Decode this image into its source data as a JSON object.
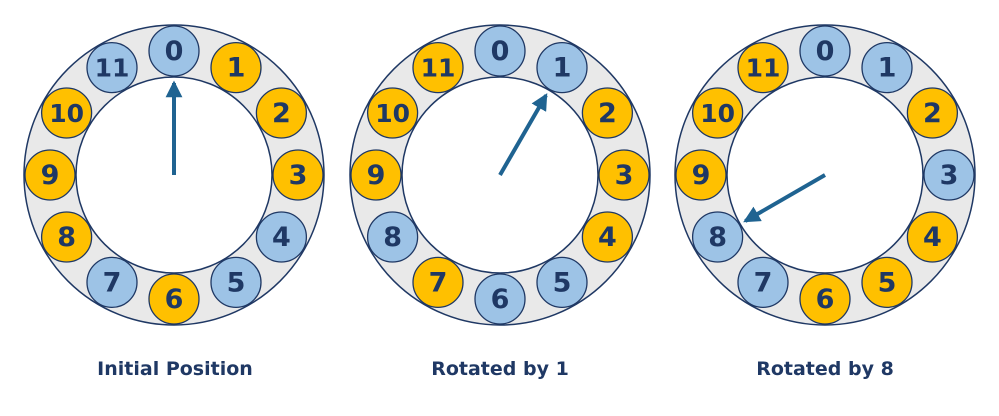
{
  "colors": {
    "ring_fill": "#e9e9e9",
    "ring_stroke": "#1f3864",
    "node_blue_fill": "#9dc3e6",
    "node_orange_fill": "#ffc000",
    "node_stroke": "#1f3864",
    "label_color": "#1f3864",
    "arrow_color": "#1f6391",
    "caption_color": "#1f3864"
  },
  "dials": [
    {
      "caption": "Initial Position",
      "pointer_value": 0,
      "nodes": [
        {
          "label": "0",
          "color": "blue"
        },
        {
          "label": "1",
          "color": "orange"
        },
        {
          "label": "2",
          "color": "orange"
        },
        {
          "label": "3",
          "color": "orange"
        },
        {
          "label": "4",
          "color": "blue"
        },
        {
          "label": "5",
          "color": "blue"
        },
        {
          "label": "6",
          "color": "orange"
        },
        {
          "label": "7",
          "color": "blue"
        },
        {
          "label": "8",
          "color": "orange"
        },
        {
          "label": "9",
          "color": "orange"
        },
        {
          "label": "10",
          "color": "orange"
        },
        {
          "label": "11",
          "color": "blue"
        }
      ]
    },
    {
      "caption": "Rotated by 1",
      "pointer_value": 1,
      "nodes": [
        {
          "label": "0",
          "color": "blue"
        },
        {
          "label": "1",
          "color": "blue"
        },
        {
          "label": "2",
          "color": "orange"
        },
        {
          "label": "3",
          "color": "orange"
        },
        {
          "label": "4",
          "color": "orange"
        },
        {
          "label": "5",
          "color": "blue"
        },
        {
          "label": "6",
          "color": "blue"
        },
        {
          "label": "7",
          "color": "orange"
        },
        {
          "label": "8",
          "color": "blue"
        },
        {
          "label": "9",
          "color": "orange"
        },
        {
          "label": "10",
          "color": "orange"
        },
        {
          "label": "11",
          "color": "orange"
        }
      ]
    },
    {
      "caption": "Rotated by 8",
      "pointer_value": 8,
      "nodes": [
        {
          "label": "0",
          "color": "blue"
        },
        {
          "label": "1",
          "color": "blue"
        },
        {
          "label": "2",
          "color": "orange"
        },
        {
          "label": "3",
          "color": "blue"
        },
        {
          "label": "4",
          "color": "orange"
        },
        {
          "label": "5",
          "color": "orange"
        },
        {
          "label": "6",
          "color": "orange"
        },
        {
          "label": "7",
          "color": "blue"
        },
        {
          "label": "8",
          "color": "blue"
        },
        {
          "label": "9",
          "color": "orange"
        },
        {
          "label": "10",
          "color": "orange"
        },
        {
          "label": "11",
          "color": "orange"
        }
      ]
    }
  ]
}
